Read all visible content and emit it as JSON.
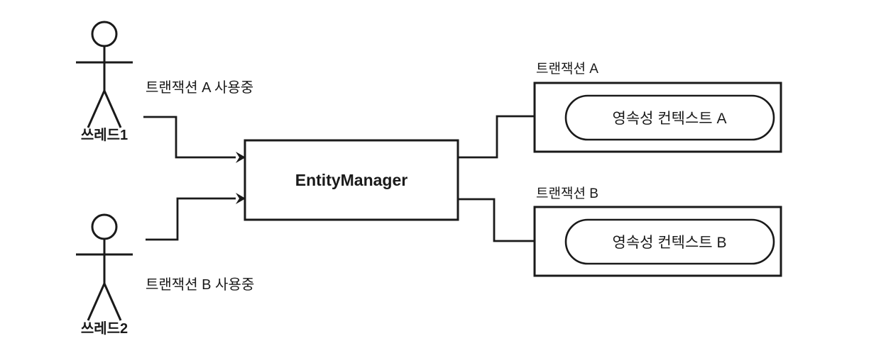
{
  "diagram": {
    "title": "EntityManager thread transaction diagram",
    "colors": {
      "stroke": "#1a1a1a",
      "background": "#ffffff",
      "box_fill": "#ffffff"
    },
    "actors": [
      {
        "id": "thread1",
        "label": "쓰레드1"
      },
      {
        "id": "thread2",
        "label": "쓰레드2"
      }
    ],
    "notes": [
      {
        "id": "note-a",
        "label": "트랜잭션 A 사용중"
      },
      {
        "id": "note-b",
        "label": "트랜잭션 B 사용중"
      }
    ],
    "entity_manager": {
      "label": "EntityManager"
    },
    "transactions": [
      {
        "id": "transaction-a",
        "label": "트랜잭션 A",
        "context_label": "영속성 컨텍스트 A"
      },
      {
        "id": "transaction-b",
        "label": "트랜잭션 B",
        "context_label": "영속성 컨텍스트 B"
      }
    ]
  }
}
